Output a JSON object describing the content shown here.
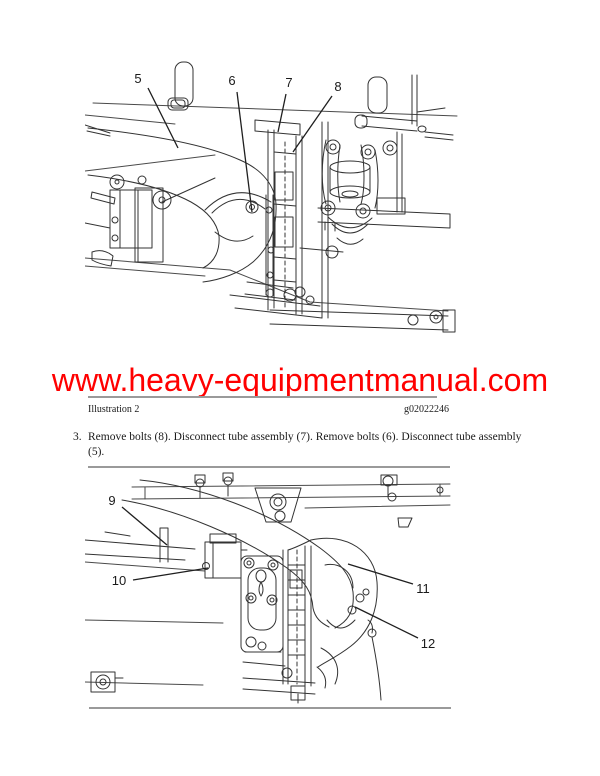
{
  "page": {
    "background": "#ffffff",
    "type": "service-manual-page"
  },
  "watermark": {
    "text": "www.heavy-equipmentmanual.com",
    "color": "#ff0000"
  },
  "illustration_top": {
    "description": "engine line art with tube assembly and turbocharger",
    "callouts": [
      {
        "label": "5"
      },
      {
        "label": "6"
      },
      {
        "label": "7"
      },
      {
        "label": "8"
      }
    ]
  },
  "caption": {
    "title": "Illustration 2",
    "figure_id": "g02022246"
  },
  "step": {
    "number": "3.",
    "lines": [
      "Remove bolts (8). Disconnect tube assembly (7). Remove bolts (6). Disconnect tube assembly",
      "(5)."
    ]
  },
  "illustration_bottom": {
    "description": "engine line art with tube assembly and turbocharger elbow",
    "callouts": [
      {
        "label": "9"
      },
      {
        "label": "10"
      },
      {
        "label": "11"
      },
      {
        "label": "12"
      }
    ]
  },
  "colors": {
    "line_art": "#333333",
    "rule_gray": "#9a9a9a",
    "text": "#1a1a1a"
  }
}
